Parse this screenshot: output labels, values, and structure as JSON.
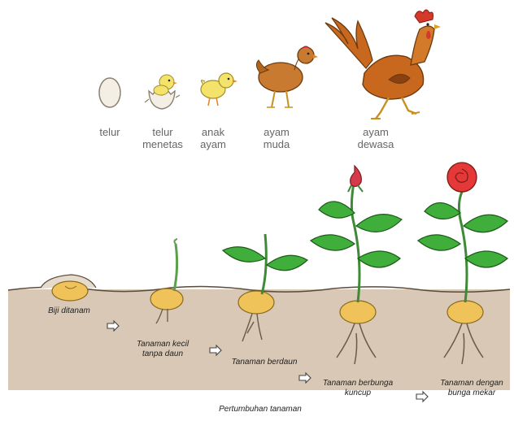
{
  "chicken": {
    "stages": [
      {
        "line1": "telur",
        "line2": ""
      },
      {
        "line1": "telur",
        "line2": "menetas"
      },
      {
        "line1": "anak",
        "line2": "ayam"
      },
      {
        "line1": "ayam",
        "line2": "muda"
      },
      {
        "line1": "ayam",
        "line2": "dewasa"
      }
    ]
  },
  "plant": {
    "stages": [
      {
        "line1": "Biji ditanam",
        "line2": ""
      },
      {
        "line1": "Tanaman kecil",
        "line2": "tanpa daun"
      },
      {
        "line1": "Tanaman berdaun",
        "line2": ""
      },
      {
        "line1": "Tanaman berbunga",
        "line2": "kuncup"
      },
      {
        "line1": "Tanaman dengan",
        "line2": "bunga mekar"
      }
    ],
    "caption": "Pertumbuhan tanaman"
  },
  "colors": {
    "soil": "#d8c8b5",
    "seed": "#f0c35a",
    "leaf": "#3fae3a",
    "hen": "#c8681e",
    "chick": "#f3e36a",
    "flower": "#e53838"
  }
}
